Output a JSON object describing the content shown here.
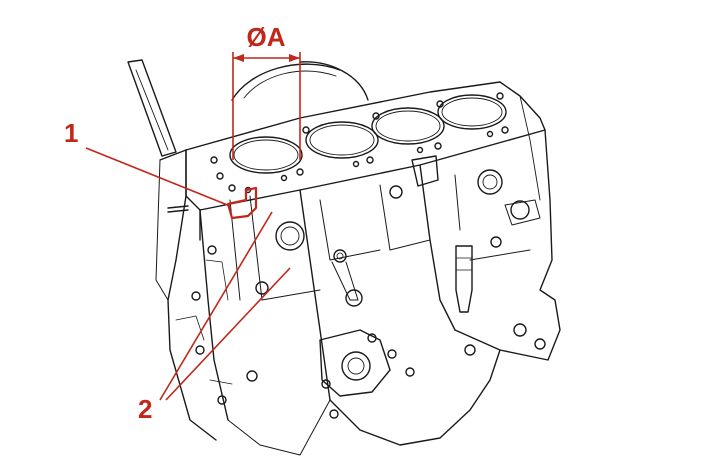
{
  "callouts": {
    "label_1": "1",
    "label_2": "2",
    "dimension_label": "ØA"
  },
  "colors": {
    "accent": "#c1271a",
    "line": "#1a1a1a",
    "background": "#ffffff"
  }
}
